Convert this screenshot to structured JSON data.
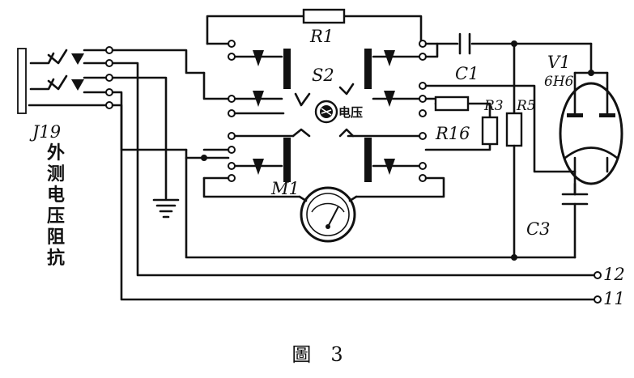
{
  "labels": {
    "r1": "R1",
    "s2": "S2",
    "c1": "C1",
    "v1": "V1",
    "tube": "6H6",
    "r3": "R3",
    "r5": "R5",
    "r16": "R16",
    "m1": "M1",
    "c3": "C3",
    "j19": "J19",
    "t12": "12",
    "t11": "11",
    "switch_text": "电压"
  },
  "jack_caption": [
    "外",
    "测",
    "电",
    "压",
    "阻",
    "抗"
  ],
  "figure_caption": "圖　3"
}
